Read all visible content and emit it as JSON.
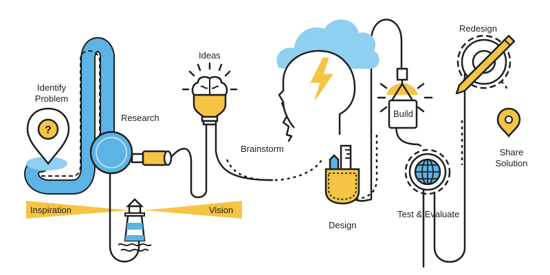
{
  "steps": {
    "identify_problem": {
      "line1": "Identify",
      "line2": "Problem"
    },
    "research": "Research",
    "ideas": "Ideas",
    "brainstorm": "Brainstorm",
    "inspiration": "Inspiration",
    "vision": "Vision",
    "design": "Design",
    "build": "Build",
    "test_evaluate": "Test & Evaluate",
    "redesign": "Redesign",
    "share_solution": {
      "line1": "Share",
      "line2": "Solution"
    }
  },
  "icons": [
    "question-map-pin-icon",
    "magnifying-glass-icon",
    "lightbulb-brain-icon",
    "head-cloud-lightning-icon",
    "lighthouse-icon",
    "pocket-pencil-ruler-icon",
    "crane-hook-build-box-icon",
    "globe-gear-icon",
    "gear-pencil-icon",
    "location-pin-icon"
  ],
  "colors": {
    "outline": "#1e1e1e",
    "blue": "#5bb3e6",
    "light_blue": "#8fcff2",
    "yellow": "#f5c444",
    "white": "#ffffff"
  }
}
